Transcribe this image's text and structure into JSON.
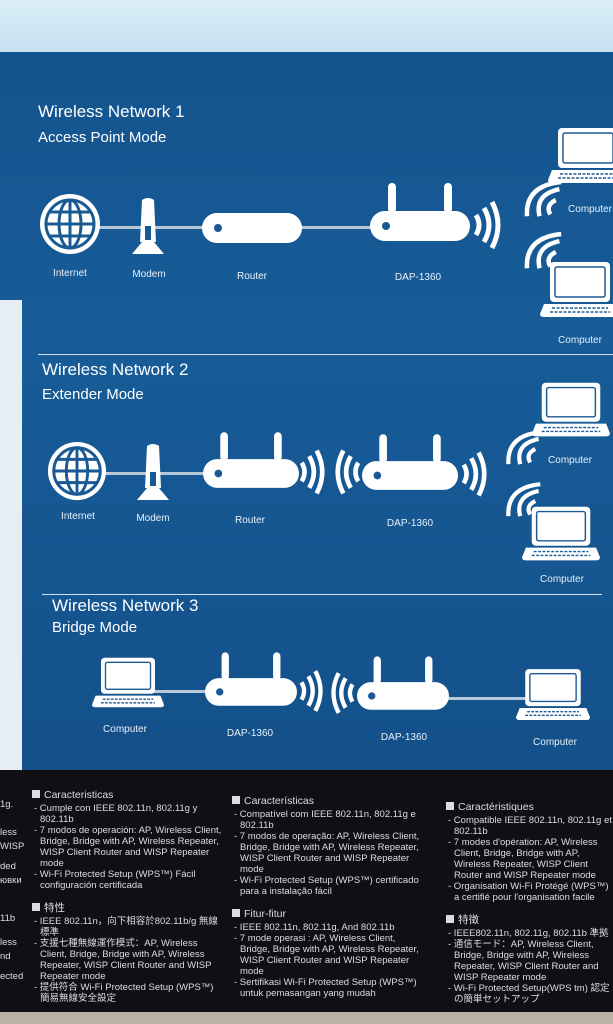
{
  "networks": [
    {
      "title": "Wireless Network 1",
      "mode": "Access Point Mode",
      "labels": {
        "internet": "Internet",
        "modem": "Modem",
        "router": "Router",
        "dap": "DAP-1360",
        "computer1": "Computer",
        "computer2": "Computer"
      }
    },
    {
      "title": "Wireless Network 2",
      "mode": "Extender Mode",
      "labels": {
        "internet": "Internet",
        "modem": "Modem",
        "router": "Router",
        "dap": "DAP-1360",
        "computer1": "Computer",
        "computer2": "Computer"
      }
    },
    {
      "title": "Wireless Network 3",
      "mode": "Bridge Mode",
      "labels": {
        "computer1": "Computer",
        "dap1": "DAP-1360",
        "dap2": "DAP-1360",
        "computer2": "Computer"
      }
    }
  ],
  "features": {
    "left_fragments": [
      "1g.",
      "less",
      "WISP",
      "ded",
      "ювки",
      "11b",
      "less",
      "nd",
      "ected"
    ],
    "es": {
      "heading": "Caracteristicas",
      "items": [
        "Cumple con IEEE 802.11n, 802.11g y 802.11b",
        "7 modos de operación: AP, Wireless Client, Bridge, Bridge with AP, Wireless Repeater, WISP Client Router and WISP Repeater mode",
        "Wi-Fi Protected Setup (WPS™) Fácil configuración certificada"
      ]
    },
    "zh": {
      "heading": "特性",
      "items": [
        "IEEE 802.11n，向下相容於802.11b/g 無線標準",
        "支援七種無線運作模式：AP, Wireless Client, Bridge, Bridge with AP, Wireless Repeater, WISP Client Router and WISP Repeater mode",
        "提供符合 Wi-Fi Protected Setup (WPS™) 簡易無線安全設定"
      ]
    },
    "pt": {
      "heading": "Características",
      "items": [
        "Compatível com IEEE 802.11n, 802.11g e 802.11b",
        "7 modos de operação: AP, Wireless Client, Bridge, Bridge with AP, Wireless Repeater, WISP Client Router and WISP Repeater mode",
        "Wi-Fi Protected Setup (WPS™) certificado para a instalação fácil"
      ]
    },
    "id": {
      "heading": "Fitur-fitur",
      "items": [
        "IEEE 802.11n, 802.11g, And 802.11b",
        "7 mode operasi : AP, Wireless Client, Bridge, Bridge with AP, Wireless Repeater, WISP Client Router and WISP Repeater mode",
        "Sertifikasi Wi-Fi Protected Setup (WPS™) untuk pemasangan yang mudah"
      ]
    },
    "fr": {
      "heading": "Caractéristiques",
      "items": [
        "Compatible IEEE 802.11n, 802.11g et 802.11b",
        "7 modes d'opération: AP, Wireless Client, Bridge, Bridge with AP, Wireless Repeater, WISP Client Router and WISP Repeater mode",
        "Organisation Wi-Fi Protégé (WPS™) a certifié pour l'organisation facile"
      ]
    },
    "ja": {
      "heading": "特徴",
      "items": [
        "IEEE802.11n, 802.11g, 802.11b 準拠",
        "通信モード：AP, Wireless Client, Bridge, Bridge with AP, Wireless Repeater, WISP Client Router and WISP Repeater mode",
        "Wi-Fi Protected Setup(WPS tm) 認定の簡単セットアップ"
      ]
    }
  }
}
